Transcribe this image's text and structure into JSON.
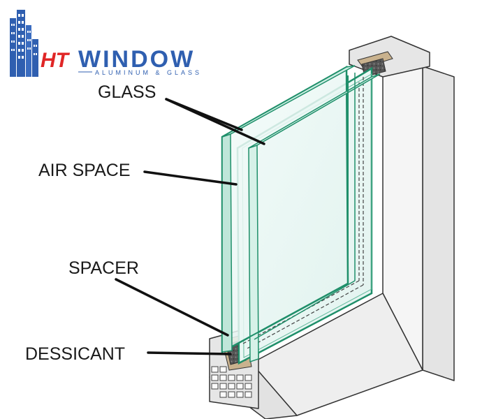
{
  "logo": {
    "mark": "HT",
    "name": "WINDOW",
    "tagline": "ALUMINUM & GLASS",
    "icon": "city-buildings-icon"
  },
  "labels": {
    "glass": "GLASS",
    "air_space": "AIR SPACE",
    "spacer": "SPACER",
    "desiccant": "DESSICANT"
  },
  "colors": {
    "brand_blue": "#2f5fb0",
    "brand_red": "#e02626",
    "glass_edge": "#1f8f6a",
    "glass_fill": "#eaf7f4",
    "frame_light": "#efefef",
    "frame_mid": "#d9d9d9",
    "frame_dark": "#b8b8b8",
    "desiccant": "#505050",
    "seal": "#c9b28e"
  }
}
